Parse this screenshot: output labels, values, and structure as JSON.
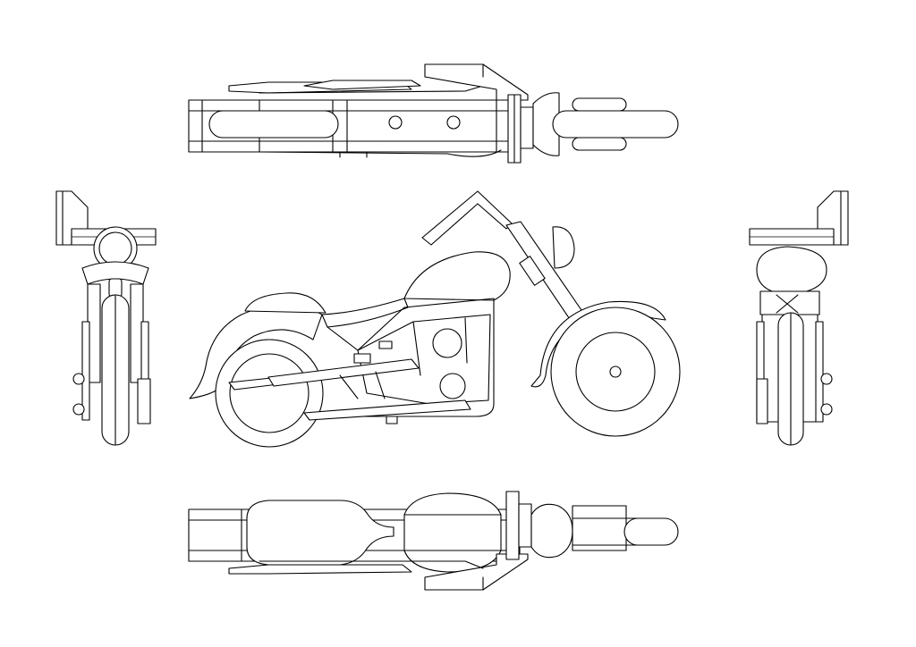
{
  "drawing": {
    "subject": "motorcycle",
    "views": [
      {
        "id": "top-view",
        "label": ""
      },
      {
        "id": "front-view",
        "label": ""
      },
      {
        "id": "side-view",
        "label": ""
      },
      {
        "id": "rear-view",
        "label": ""
      },
      {
        "id": "bottom-view",
        "label": ""
      }
    ],
    "colors": {
      "background": "#ffffff",
      "line": "#000000"
    }
  }
}
